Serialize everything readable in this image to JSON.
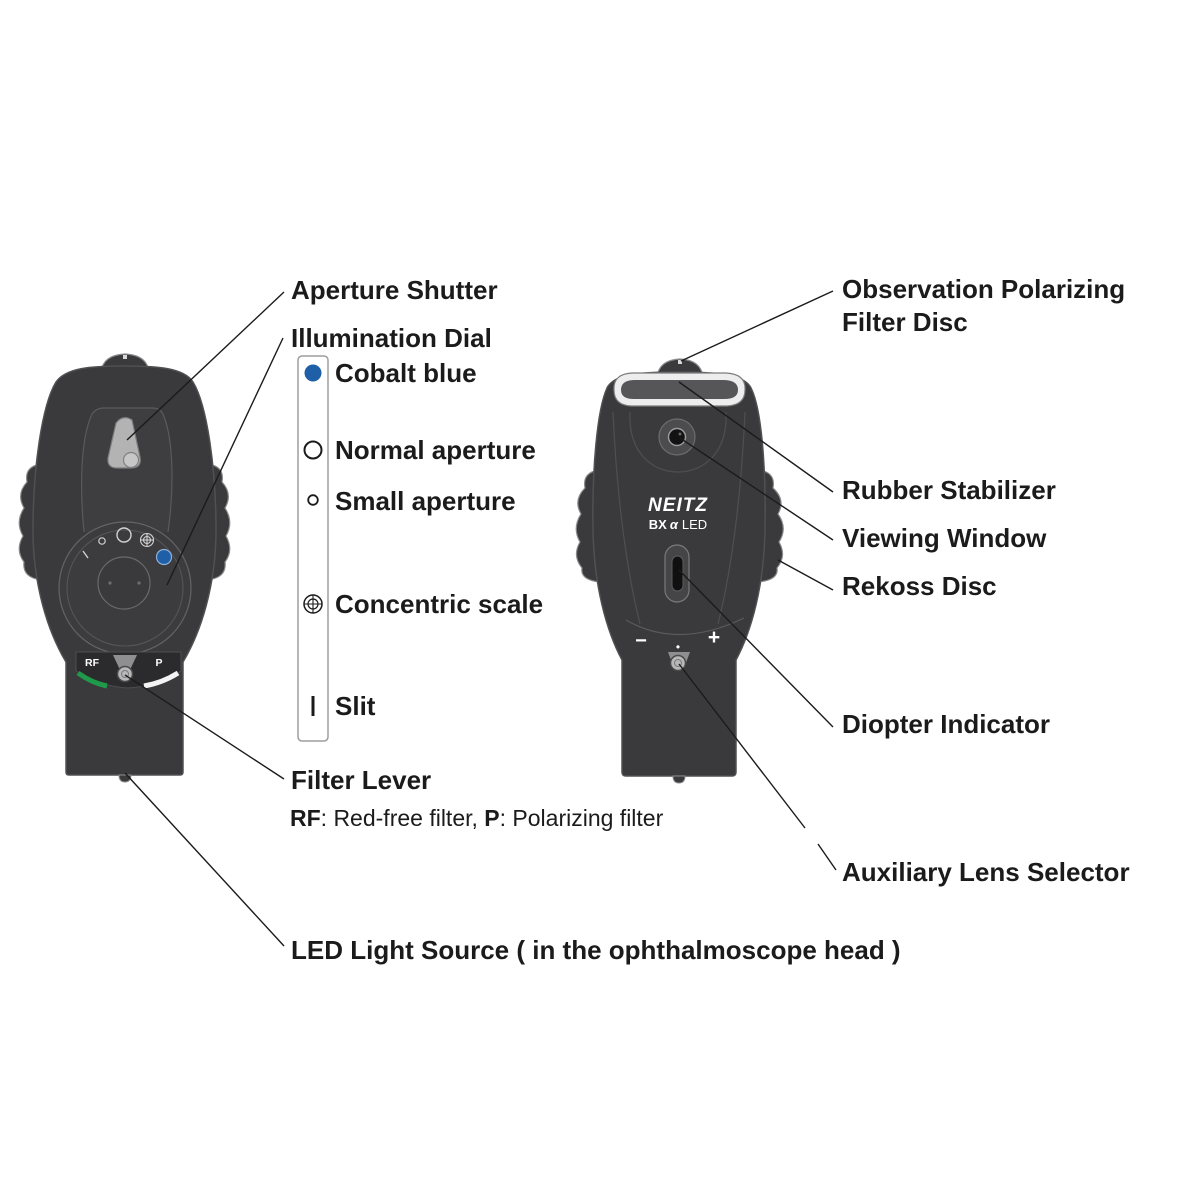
{
  "labels": {
    "aperture_shutter": "Aperture Shutter",
    "illumination_dial": "Illumination Dial",
    "filter_lever": "Filter Lever",
    "led_light_source": "LED Light Source ( in the ophthalmoscope head )",
    "observation_polarizing_filter_disc": {
      "line1": "Observation Polarizing",
      "line2": "Filter Disc"
    },
    "rubber_stabilizer": "Rubber Stabilizer",
    "viewing_window": "Viewing Window",
    "rekoss_disc": "Rekoss Disc",
    "diopter_indicator": "Diopter Indicator",
    "auxiliary_lens_selector": "Auxiliary Lens Selector"
  },
  "illumination_scale": [
    {
      "label": "Cobalt blue",
      "icon": "cobalt-blue-dot-icon"
    },
    {
      "label": "Normal aperture",
      "icon": "large-circle-icon"
    },
    {
      "label": "Small aperture",
      "icon": "small-circle-icon"
    },
    {
      "label": "Concentric scale",
      "icon": "concentric-target-icon"
    },
    {
      "label": "Slit",
      "icon": "vertical-bar-icon"
    }
  ],
  "filter_legend": {
    "rf_abbr": "RF",
    "rf_desc": ": Red-free filter, ",
    "p_abbr": "P",
    "p_desc": ": Polarizing filter"
  },
  "front_view": {
    "lever_left_marking": "RF",
    "lever_right_marking": "P"
  },
  "rear_view": {
    "brand": "NEITZ",
    "model_letters": "BX",
    "model_alpha": "α",
    "model_suffix": "LED",
    "diopter_minus": "−",
    "diopter_center": "•",
    "diopter_plus": "+"
  },
  "colors": {
    "cobalt_blue": "#1f5fa8",
    "red_free_green": "#1f9a4b",
    "polarizing_white": "#f4f4f4",
    "device_body": "#3a3a3c"
  }
}
